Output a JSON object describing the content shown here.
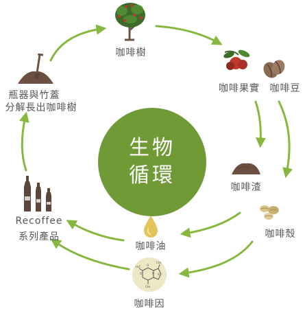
{
  "center": {
    "line1": "生物",
    "line2": "循環"
  },
  "nodes": {
    "tree": "咖啡樹",
    "cherry": "咖啡果實",
    "bean": "咖啡豆",
    "grounds": "咖啡渣",
    "husk": "咖啡殼",
    "oil": "咖啡油",
    "caffeine": "咖啡因",
    "products_line1": "Recoffee",
    "products_line2": "系列產品",
    "bottles_line1": "瓶器與竹蓋",
    "bottles_line2": "分解長出咖啡樹"
  },
  "colors": {
    "accent": "#6f9a36",
    "arrow": "#86b83f",
    "label": "#555555",
    "brown": "#6b5347"
  }
}
